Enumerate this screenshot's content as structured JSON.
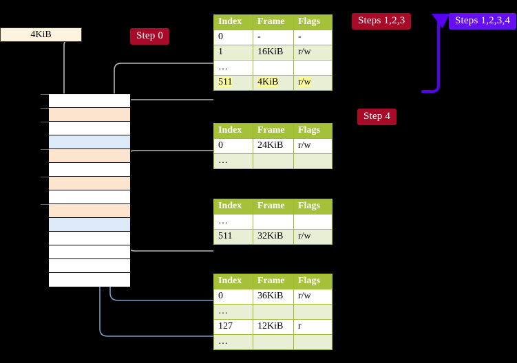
{
  "diagram": {
    "title_badges": [
      {
        "id": "step0",
        "label": "Step 0",
        "color": "#a80b28",
        "style": "red"
      },
      {
        "id": "steps123",
        "label": "Steps 1,2,3",
        "color": "#a80b28",
        "style": "red"
      },
      {
        "id": "steps1234",
        "label": "Steps 1,2,3,4",
        "color": "#6610f2",
        "style": "violet"
      },
      {
        "id": "step4",
        "label": "Step 4",
        "color": "#a80b28",
        "style": "red"
      }
    ],
    "page_size_box": {
      "label": "4KiB"
    },
    "memory_grid": {
      "rows": [
        {
          "fill": "#ffffff"
        },
        {
          "fill": "#fde4cf"
        },
        {
          "fill": "#ffffff"
        },
        {
          "fill": "#dce9f8"
        },
        {
          "fill": "#fde4cf"
        },
        {
          "fill": "#ffffff"
        },
        {
          "fill": "#fde4cf"
        },
        {
          "fill": "#ffffff"
        },
        {
          "fill": "#fde4cf"
        },
        {
          "fill": "#dce9f8"
        },
        {
          "fill": "#ffffff"
        },
        {
          "fill": "#ffffff"
        },
        {
          "fill": "#ffffff"
        },
        {
          "fill": "#ffffff"
        }
      ],
      "tick_rows": [
        0,
        1,
        2,
        4,
        6,
        8
      ]
    },
    "tables": [
      {
        "id": "pml4",
        "headers": [
          "Index",
          "Frame",
          "Flags"
        ],
        "rows": [
          {
            "style": "plain",
            "cells": [
              "0",
              "-",
              "-"
            ],
            "highlight": [
              false,
              false,
              false
            ]
          },
          {
            "style": "alt",
            "cells": [
              "1",
              "16KiB",
              "r/w"
            ],
            "highlight": [
              false,
              false,
              false
            ]
          },
          {
            "style": "plain",
            "cells": [
              "…",
              "",
              ""
            ],
            "highlight": [
              false,
              false,
              false
            ]
          },
          {
            "style": "alt",
            "cells": [
              "511",
              "4KiB",
              "r/w"
            ],
            "highlight": [
              true,
              true,
              true
            ]
          }
        ]
      },
      {
        "id": "pdpt",
        "headers": [
          "Index",
          "Frame",
          "Flags"
        ],
        "rows": [
          {
            "style": "plain",
            "cells": [
              "0",
              "24KiB",
              "r/w"
            ],
            "highlight": [
              false,
              false,
              false
            ]
          },
          {
            "style": "alt",
            "cells": [
              "…",
              "",
              ""
            ],
            "highlight": [
              false,
              false,
              false
            ]
          }
        ]
      },
      {
        "id": "pd",
        "headers": [
          "Index",
          "Frame",
          "Flags"
        ],
        "rows": [
          {
            "style": "plain",
            "cells": [
              "…",
              "",
              ""
            ],
            "highlight": [
              false,
              false,
              false
            ]
          },
          {
            "style": "alt",
            "cells": [
              "511",
              "32KiB",
              "r/w"
            ],
            "highlight": [
              false,
              false,
              false
            ]
          }
        ]
      },
      {
        "id": "pt",
        "headers": [
          "Index",
          "Frame",
          "Flags"
        ],
        "rows": [
          {
            "style": "plain",
            "cells": [
              "0",
              "36KiB",
              "r/w"
            ],
            "highlight": [
              false,
              false,
              false
            ]
          },
          {
            "style": "alt",
            "cells": [
              "…",
              "",
              ""
            ],
            "highlight": [
              false,
              false,
              false
            ]
          },
          {
            "style": "plain",
            "cells": [
              "127",
              "12KiB",
              "r"
            ],
            "highlight": [
              false,
              false,
              false
            ]
          },
          {
            "style": "alt",
            "cells": [
              "…",
              "",
              ""
            ],
            "highlight": [
              false,
              false,
              false
            ]
          }
        ]
      }
    ],
    "colors": {
      "wire_grey": "#b9b9b9",
      "wire_blue": "#7d9cc4",
      "arrow_violet": "#5500ee",
      "table_header": "#a5c139",
      "table_alt_row": "#e9efd4",
      "highlight": "#ffff99",
      "grid_peach": "#fde4cf",
      "grid_blue": "#dce9f8",
      "box_cream": "#fdf4df"
    }
  }
}
